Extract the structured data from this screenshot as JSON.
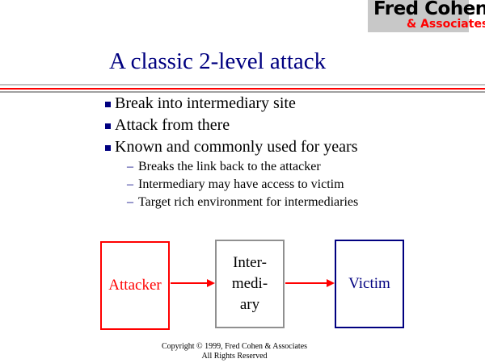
{
  "logo": {
    "line1": "Fred Cohen",
    "line2": "& Associates"
  },
  "title": "A classic 2-level attack",
  "bullets": [
    "Break into intermediary site",
    "Attack from there",
    "Known and commonly used for years"
  ],
  "subbullets": [
    "Breaks the link back to the attacker",
    "Intermediary may have access to victim",
    "Target rich environment for intermediaries"
  ],
  "diagram": {
    "attacker": "Attacker",
    "intermediary": [
      "Inter-",
      "medi-",
      "ary"
    ],
    "victim": "Victim"
  },
  "footer": {
    "line1": "Copyright © 1999, Fred Cohen & Associates",
    "line2": "All Rights Reserved"
  },
  "colors": {
    "title": "#000080",
    "accent": "#ff0000",
    "gray": "#c0c0c0"
  }
}
